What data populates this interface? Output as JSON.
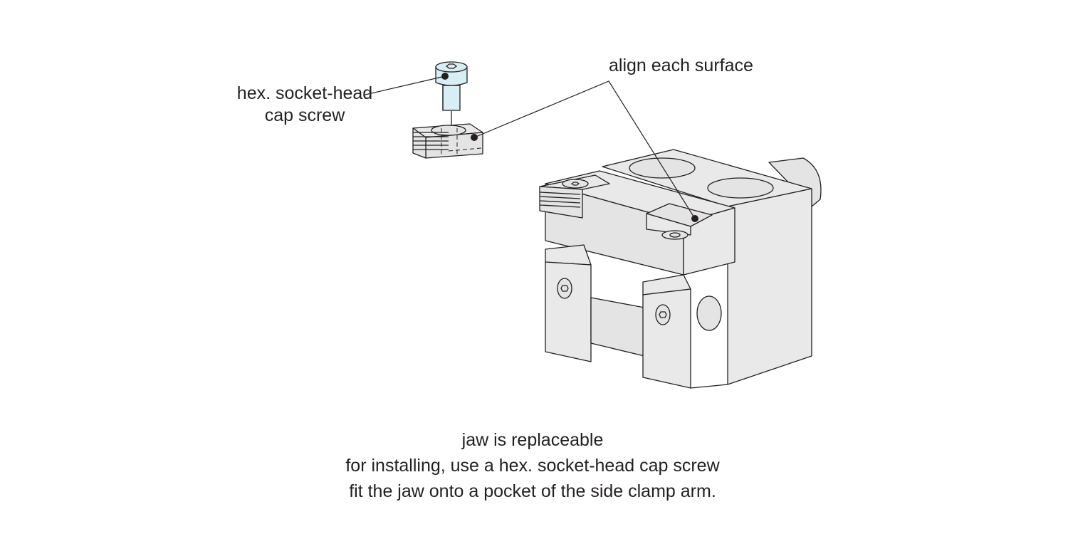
{
  "labels": {
    "screw_line1": "hex. socket-head",
    "screw_line2": "cap screw",
    "align": "align each surface"
  },
  "caption": {
    "line1": "jaw is replaceable",
    "line2": "for installing, use a hex. socket-head cap screw",
    "line3": "fit the jaw onto a pocket of the side clamp arm."
  },
  "colors": {
    "line": "#231f20",
    "body_fill": "#e9e9ea",
    "screw_fill": "#d8eef5"
  }
}
